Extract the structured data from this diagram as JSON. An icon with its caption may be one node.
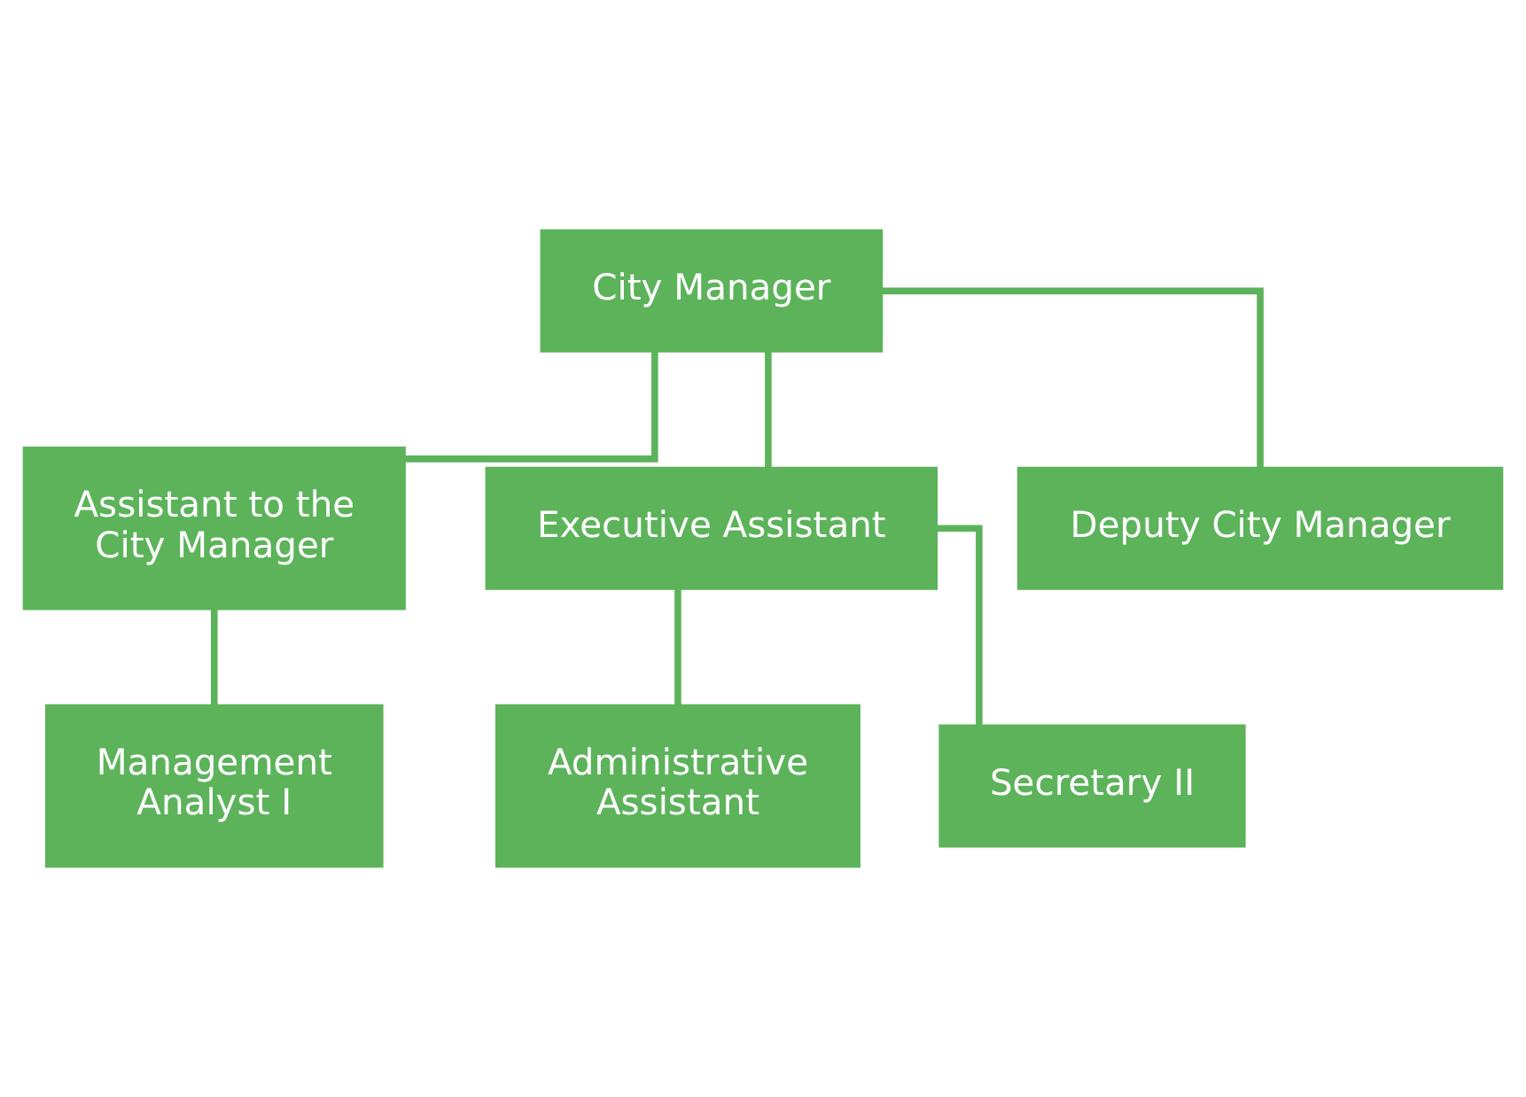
{
  "diagram": {
    "nodes": [
      {
        "text": [
          "City Manager"
        ]
      },
      {
        "text": [
          "Assistant to the City Manager"
        ]
      },
      {
        "text": [
          "Executive Assistant"
        ]
      },
      {
        "text": [
          "Management Analyst I"
        ]
      },
      {
        "text": [
          "Administrative Assistant"
        ]
      },
      {
        "text": [
          "Secretary II"
        ]
      },
      {
        "text": [
          "Deputy City Manager"
        ]
      }
    ],
    "edges": [
      {
        "from": 0,
        "to": 1,
        "arrow": "none"
      },
      {
        "from": 0,
        "to": 2,
        "arrow": "none"
      },
      {
        "from": 0,
        "to": 6,
        "arrow": "none"
      },
      {
        "from": 1,
        "to": 3,
        "arrow": "none"
      },
      {
        "from": 2,
        "to": 4,
        "arrow": "none"
      },
      {
        "from": 2,
        "to": 5,
        "arrow": "none"
      }
    ]
  }
}
